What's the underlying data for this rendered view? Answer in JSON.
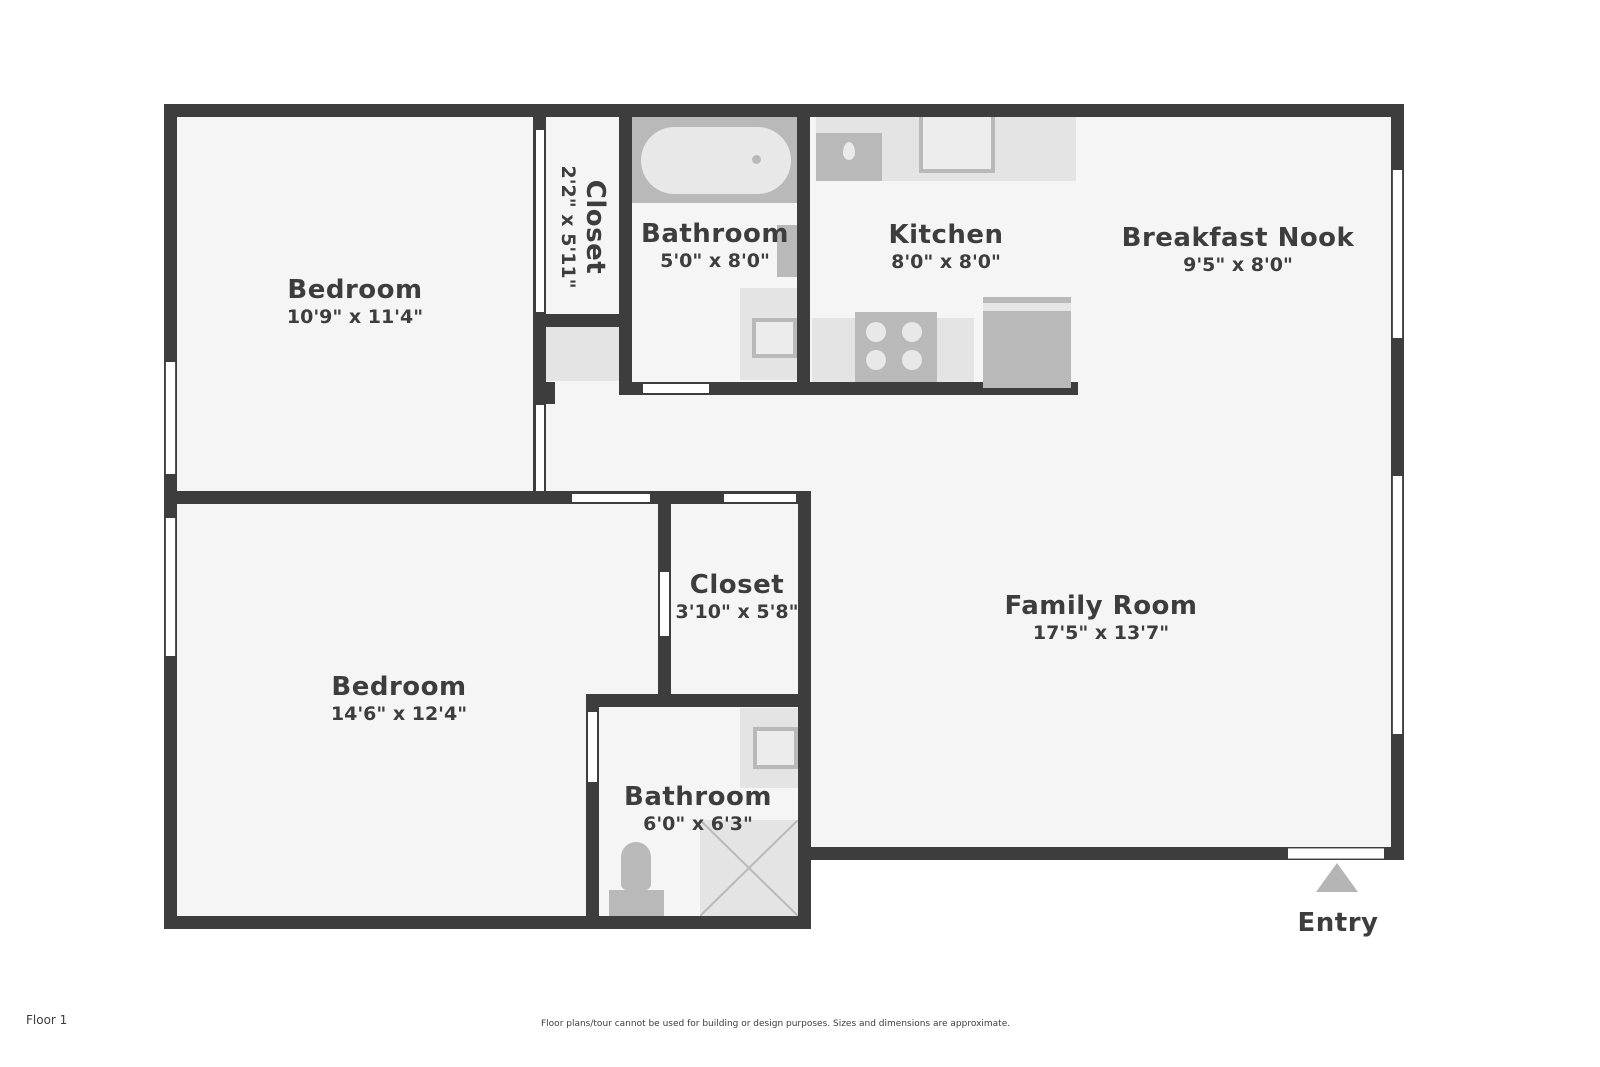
{
  "floor_plan": {
    "floor_label": "Floor 1",
    "disclaimer": "Floor plans/tour cannot be used for building or design purposes. Sizes and dimensions are approximate.",
    "entry_label": "Entry",
    "rooms": {
      "bedroom_1": {
        "name": "Bedroom",
        "dimensions": "10'9\" x 11'4\""
      },
      "closet_1": {
        "name": "Closet",
        "dimensions": "2'2\" x 5'11\""
      },
      "bathroom_1": {
        "name": "Bathroom",
        "dimensions": "5'0\" x 8'0\""
      },
      "kitchen": {
        "name": "Kitchen",
        "dimensions": "8'0\" x 8'0\""
      },
      "breakfast_nook": {
        "name": "Breakfast Nook",
        "dimensions": "9'5\" x 8'0\""
      },
      "family_room": {
        "name": "Family Room",
        "dimensions": "17'5\" x 13'7\""
      },
      "closet_2": {
        "name": "Closet",
        "dimensions": "3'10\" x 5'8\""
      },
      "bedroom_2": {
        "name": "Bedroom",
        "dimensions": "14'6\" x 12'4\""
      },
      "bathroom_2": {
        "name": "Bathroom",
        "dimensions": "6'0\" x 6'3\""
      }
    },
    "colors": {
      "wall": "#3d3d3d",
      "floor": "#f5f5f5",
      "fixture_light": "#e4e4e4",
      "fixture_dark": "#b9b9b9",
      "text": "#3d3d3d"
    }
  }
}
